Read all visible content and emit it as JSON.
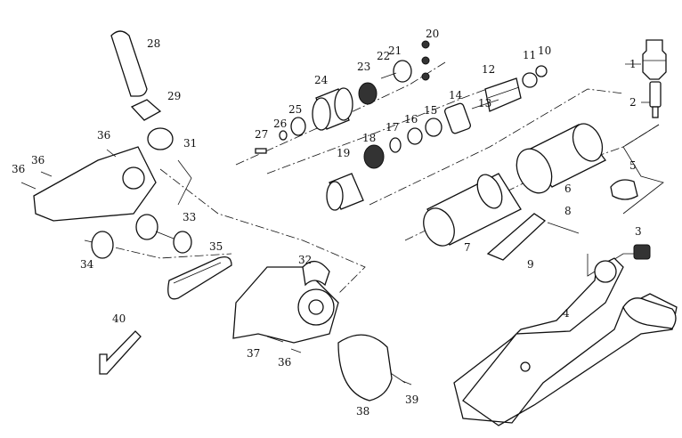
{
  "diagram": {
    "type": "exploded-parts-view",
    "part_labels": {
      "p1": "1",
      "p2": "2",
      "p3": "3",
      "p4": "4",
      "p5": "5",
      "p6": "6",
      "p7": "7",
      "p8": "8",
      "p9": "9",
      "p10": "10",
      "p11": "11",
      "p12": "12",
      "p13": "13",
      "p14": "14",
      "p15": "15",
      "p16": "16",
      "p17": "17",
      "p18": "18",
      "p19": "19",
      "p20": "20",
      "p21": "21",
      "p22": "22",
      "p23": "23",
      "p24": "24",
      "p25": "25",
      "p26": "26",
      "p27": "27",
      "p28": "28",
      "p29": "29",
      "p31": "31",
      "p32": "32",
      "p33": "33",
      "p34": "34",
      "p35": "35",
      "p36": "36",
      "p37": "37",
      "p38": "38",
      "p39": "39",
      "p40": "40"
    }
  }
}
